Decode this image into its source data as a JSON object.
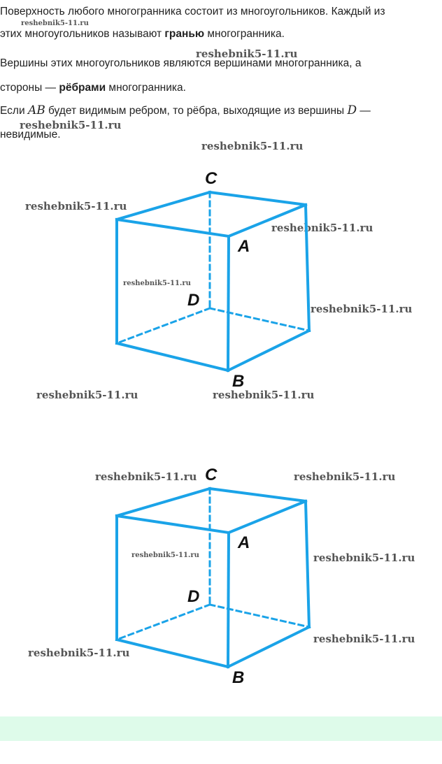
{
  "paragraphs": {
    "p1_line1": "Поверхность любого многогранника состоит из многоугольников. Каждый из",
    "p1_line2_a": "этих многоугольников называют ",
    "p1_line2_bold": "гранью",
    "p1_line2_b": " многогранника.",
    "p2_line1": "Вершины этих многоугольников являются вершинами многогранника, а",
    "p2_line2_a": "стороны — ",
    "p2_line2_bold": "рёбрами",
    "p2_line2_b": " многогранника.",
    "p3_line1_a": "Если ",
    "p3_math_ab": "AB",
    "p3_line1_b": " будет видимым ребром, то рёбра, выходящие из вершины ",
    "p3_math_d": "D",
    "p3_line1_c": " —",
    "p3_line2": "невидимые."
  },
  "watermark": "reshebnik5-11.ru",
  "figure": {
    "labels": {
      "A": "A",
      "B": "B",
      "C": "C",
      "D": "D"
    },
    "edge_color": "#1aa3e8"
  },
  "footer_bar_color": "#defbea"
}
